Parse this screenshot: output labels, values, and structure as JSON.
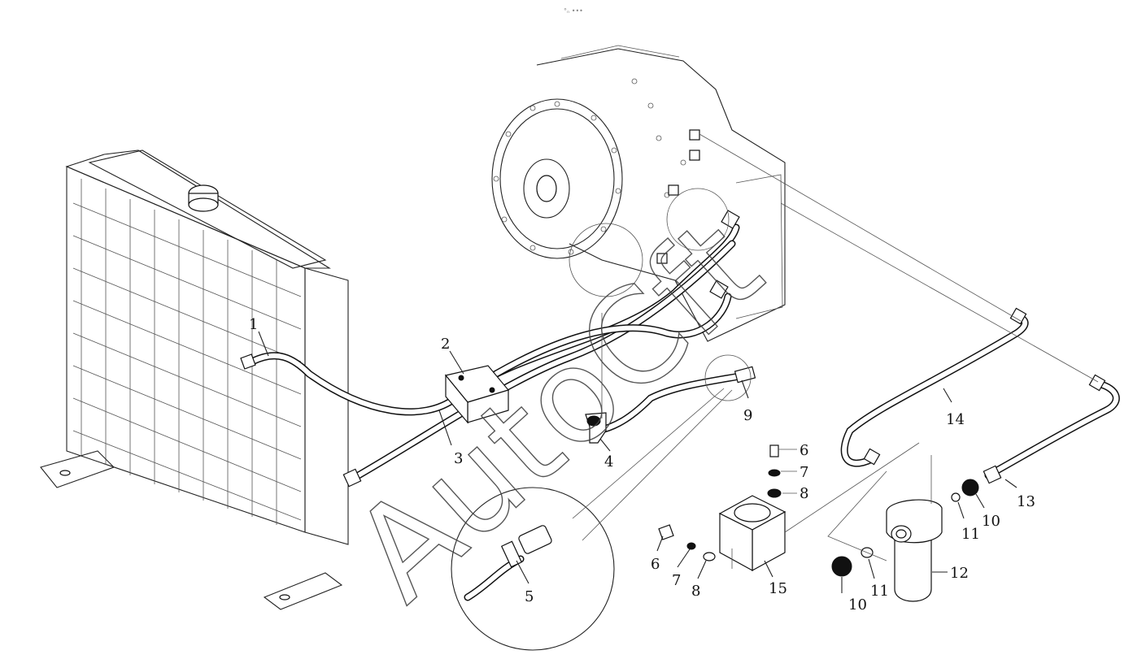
{
  "diagram": {
    "type": "exploded-parts-view",
    "top_marker": "°ₙ •••",
    "watermark": "AutoCft",
    "labels": [
      "1",
      "2",
      "3",
      "4",
      "5",
      "6",
      "7",
      "8",
      "9",
      "10",
      "11",
      "12",
      "13",
      "14",
      "15",
      "6",
      "7",
      "8",
      "10",
      "11"
    ]
  },
  "colors": {
    "ink": "#111111",
    "paper": "#ffffff",
    "faint": "#888888"
  }
}
